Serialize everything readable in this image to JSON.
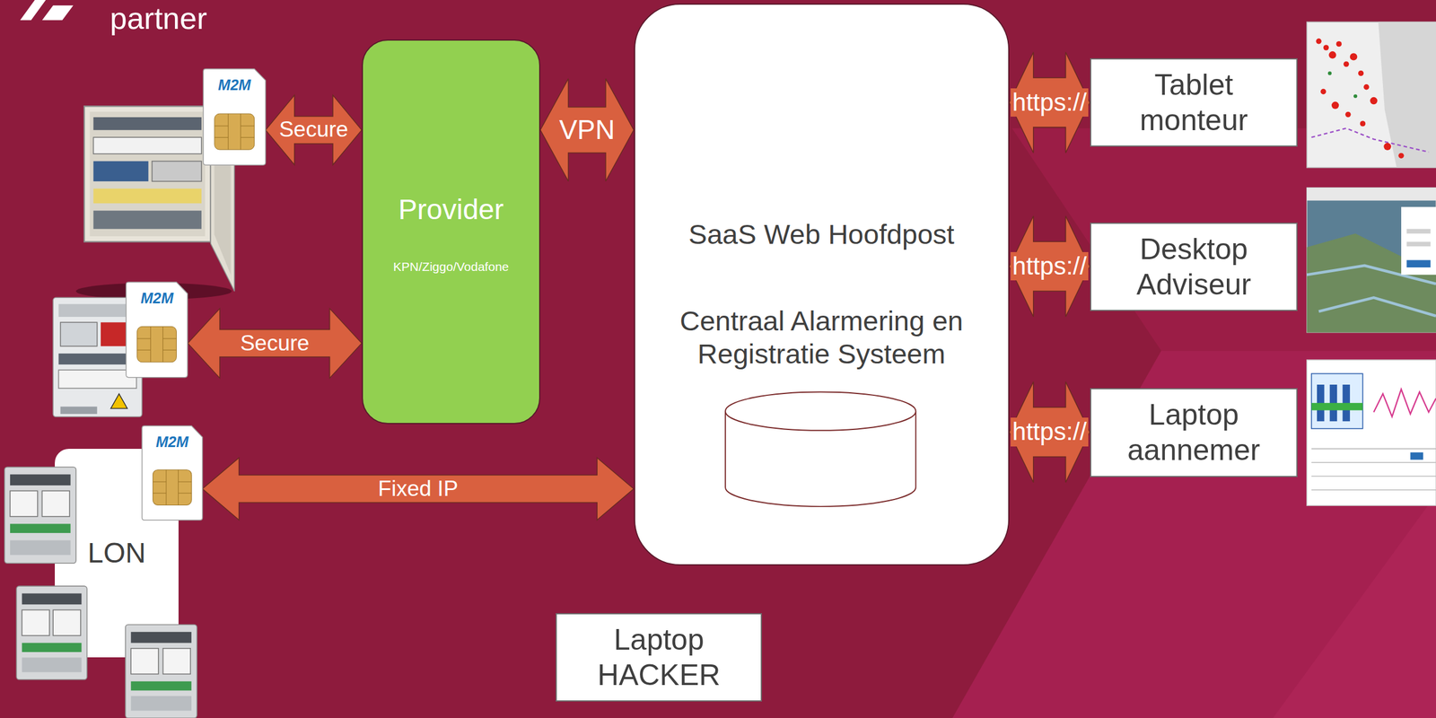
{
  "diagram": {
    "nodes": [
      {
        "text": [
          "M2M"
        ]
      },
      {
        "text": [
          "Provider",
          "KPN/Ziggo/Vodafone"
        ]
      },
      {
        "text": [
          "SaaS Web Hoofdpost",
          "Centraal Alarmering en Registratie Systeem"
        ]
      },
      {
        "text": [
          "Tablet monteur"
        ]
      },
      {
        "text": [
          "Desktop Adviseur"
        ]
      },
      {
        "text": [
          "M2M"
        ]
      },
      {
        "text": [
          "Laptop aannemer"
        ]
      },
      {
        "text": [
          "LON"
        ]
      },
      {
        "text": [
          "M2M"
        ]
      },
      {
        "text": [
          "Laptop HACKER"
        ]
      }
    ],
    "edges": [
      {
        "from": 0,
        "to": 1,
        "arrow": "both",
        "label": "Secure"
      },
      {
        "from": 1,
        "to": 2,
        "arrow": "both",
        "label": "VPN"
      },
      {
        "from": 2,
        "to": 3,
        "arrow": "both",
        "label": "https://"
      },
      {
        "from": 2,
        "to": 4,
        "arrow": "both",
        "label": "https://"
      },
      {
        "from": 5,
        "to": 1,
        "arrow": "both",
        "label": "Secure"
      },
      {
        "from": 2,
        "to": 6,
        "arrow": "both",
        "label": "https://"
      },
      {
        "from": 8,
        "to": 2,
        "arrow": "both",
        "label": "Fixed IP"
      }
    ],
    "labels": [
      "partner"
    ]
  }
}
